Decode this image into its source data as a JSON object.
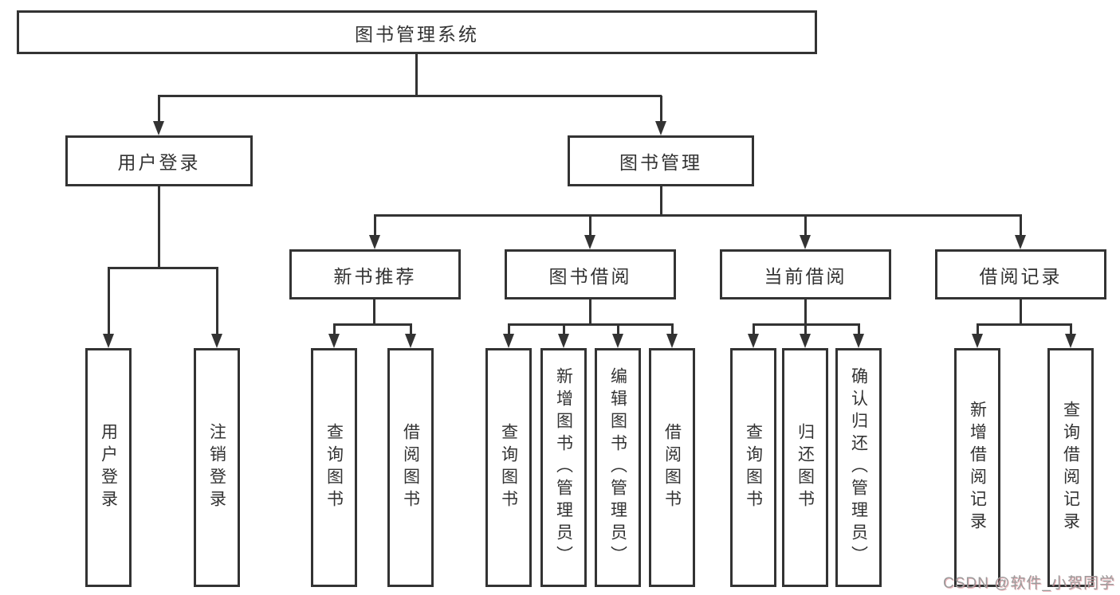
{
  "diagram": {
    "root": {
      "label": "图书管理系统"
    },
    "branches": [
      {
        "label": "用户登录",
        "children": [
          {
            "label": "用户登录"
          },
          {
            "label": "注销登录"
          }
        ]
      },
      {
        "label": "图书管理",
        "children": [
          {
            "label": "新书推荐",
            "children": [
              {
                "label": "查询图书"
              },
              {
                "label": "借阅图书"
              }
            ]
          },
          {
            "label": "图书借阅",
            "children": [
              {
                "label": "查询图书"
              },
              {
                "label": "新增图书（管理员）"
              },
              {
                "label": "编辑图书（管理员）"
              },
              {
                "label": "借阅图书"
              }
            ]
          },
          {
            "label": "当前借阅",
            "children": [
              {
                "label": "查询图书"
              },
              {
                "label": "归还图书"
              },
              {
                "label": "确认归还（管理员）"
              }
            ]
          },
          {
            "label": "借阅记录",
            "children": [
              {
                "label": "新增借阅记录"
              },
              {
                "label": "查询借阅记录"
              }
            ]
          }
        ]
      }
    ]
  },
  "watermark": {
    "text": "CSDN @软件_小贺同学"
  },
  "colors": {
    "line": "#333333",
    "text": "#333333",
    "background": "#ffffff",
    "watermark": "#9b9b9b"
  }
}
